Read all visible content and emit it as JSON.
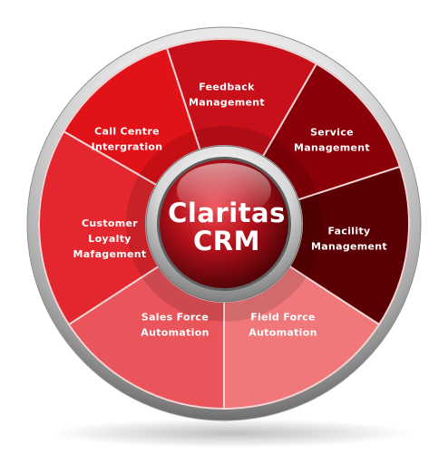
{
  "center": {
    "line1": "Claritas",
    "line2": "CRM"
  },
  "segments": [
    {
      "id": "feedback-management",
      "lines": [
        "Feedback",
        "Management"
      ],
      "color": "#c8101a"
    },
    {
      "id": "service-management",
      "lines": [
        "Service",
        "Management"
      ],
      "color": "#8a0008"
    },
    {
      "id": "facility-management",
      "lines": [
        "Facility",
        "Management"
      ],
      "color": "#5a0004"
    },
    {
      "id": "field-force-automation",
      "lines": [
        "Field Force",
        "Automation"
      ],
      "color": "#f0787a"
    },
    {
      "id": "sales-force-automation",
      "lines": [
        "Sales Force",
        "Automation"
      ],
      "color": "#e9555a"
    },
    {
      "id": "customer-loyalty-management",
      "lines": [
        "Customer",
        "Loyalty",
        "Mafagement"
      ],
      "color": "#e4262e"
    },
    {
      "id": "call-centre-integration",
      "lines": [
        "Call Centre",
        "Intergration"
      ],
      "color": "#e21219"
    }
  ]
}
